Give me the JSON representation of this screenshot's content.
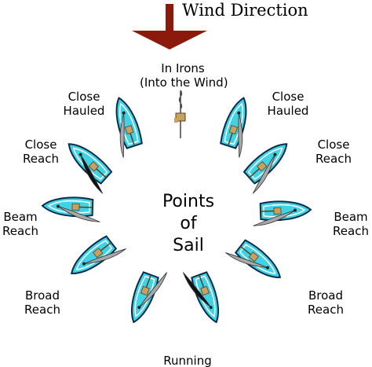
{
  "header": {
    "title": "Wind Direction"
  },
  "center": {
    "line1": "Points",
    "line2": "of",
    "line3": "Sail"
  },
  "labels": {
    "in_irons": {
      "line1": "In Irons",
      "line2": "(Into the Wind)"
    },
    "close_hauled_left": {
      "line1": "Close",
      "line2": "Hauled"
    },
    "close_hauled_right": {
      "line1": "Close",
      "line2": "Hauled"
    },
    "close_reach_left": {
      "line1": "Close",
      "line2": "Reach"
    },
    "close_reach_right": {
      "line1": "Close",
      "line2": "Reach"
    },
    "beam_reach_left": {
      "line1": "Beam",
      "line2": "Reach"
    },
    "beam_reach_right": {
      "line1": "Beam",
      "line2": "Reach"
    },
    "broad_reach_left": {
      "line1": "Broad",
      "line2": "Reach"
    },
    "broad_reach_right": {
      "line1": "Broad",
      "line2": "Reach"
    },
    "running": {
      "line1": "Running"
    }
  },
  "colors": {
    "arrow": "#8b1a0c",
    "hull": "#3fd3e6",
    "hull_outline": "#0a2c4a",
    "sail": "#a9a9a9",
    "dark_sail": "#111111",
    "crew": "#c8a060"
  }
}
